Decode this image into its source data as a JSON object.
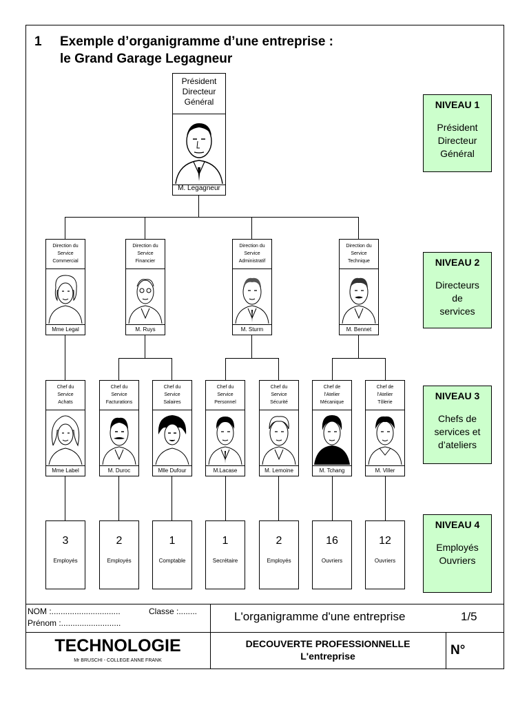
{
  "header": {
    "number": "1",
    "title_line1": "Exemple d’organigramme d’une entreprise :",
    "title_line2": "le Grand Garage Legagneur"
  },
  "president": {
    "role": "Président\nDirecteur\nGénéral",
    "name": "M. Legagneur"
  },
  "directors": [
    {
      "role": "Direction du\nService\nCommercial",
      "name": "Mme Legal"
    },
    {
      "role": "Direction du\nService\nFinancier",
      "name": "M. Ruys"
    },
    {
      "role": "Direction du\nService\nAdministratif",
      "name": "M. Sturm"
    },
    {
      "role": "Direction du\nService\nTechnique",
      "name": "M. Bennet"
    }
  ],
  "chiefs": [
    {
      "role": "Chef du\nService\nAchats",
      "name": "Mme Label"
    },
    {
      "role": "Chef du\nService\nFacturations",
      "name": "M. Duroc"
    },
    {
      "role": "Chef du\nService\nSalaires",
      "name": "Mlle Dufour"
    },
    {
      "role": "Chef du\nService\nPersonnel",
      "name": "M.Lacase"
    },
    {
      "role": "Chef du\nService\nSécurité",
      "name": "M. Lemoine"
    },
    {
      "role": "Chef de\nl'Atelier\nMécanique",
      "name": "M. Tchang"
    },
    {
      "role": "Chef de\nl'Atelier\nTôlerie",
      "name": "M. Viller"
    }
  ],
  "staff": [
    {
      "count": "3",
      "label": "Employés"
    },
    {
      "count": "2",
      "label": "Employés"
    },
    {
      "count": "1",
      "label": "Comptable"
    },
    {
      "count": "1",
      "label": "Secrétaire"
    },
    {
      "count": "2",
      "label": "Employés"
    },
    {
      "count": "16",
      "label": "Ouvriers"
    },
    {
      "count": "12",
      "label": "Ouvriers"
    }
  ],
  "levels": [
    {
      "title": "NIVEAU 1",
      "desc": "Président\nDirecteur\nGénéral"
    },
    {
      "title": "NIVEAU 2",
      "desc": "Directeurs\nde\nservices"
    },
    {
      "title": "NIVEAU 3",
      "desc": "Chefs de\nservices et\nd’ateliers"
    },
    {
      "title": "NIVEAU 4",
      "desc": "Employés\nOuvriers"
    }
  ],
  "footer": {
    "nom": "NOM :..............................",
    "classe": "Classe :........",
    "prenom": "Prénom :..........................",
    "doc_title": "L'organigramme d'une entreprise",
    "page": "1/5",
    "subject": "TECHNOLOGIE",
    "author": "Mr BRUSCHI - COLLEGE ANNE FRANK",
    "section_line1": "DECOUVERTE PROFESSIONNELLE",
    "section_line2": "L'entreprise",
    "num_label": "N°"
  }
}
